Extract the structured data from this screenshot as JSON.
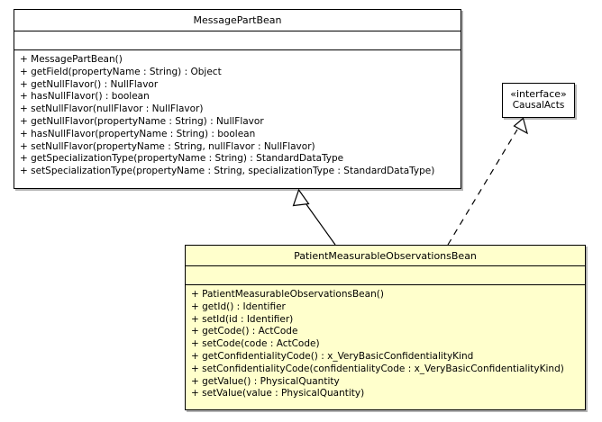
{
  "diagram": {
    "type": "uml-class-diagram",
    "background_color": "#ffffff",
    "border_color": "#000000",
    "highlight_fill": "#ffffcc",
    "plain_fill": "#ffffff"
  },
  "classes": [
    {
      "id": "message-part-bean",
      "name": "MessagePartBean",
      "stereotype": "",
      "highlighted": false,
      "attributes": [],
      "operations": [
        "+ MessagePartBean()",
        "+ getField(propertyName : String) : Object",
        "+ getNullFlavor() : NullFlavor",
        "+ hasNullFlavor() : boolean",
        "+ setNullFlavor(nullFlavor : NullFlavor)",
        "+ getNullFlavor(propertyName : String) : NullFlavor",
        "+ hasNullFlavor(propertyName : String) : boolean",
        "+ setNullFlavor(propertyName : String, nullFlavor : NullFlavor)",
        "+ getSpecializationType(propertyName : String) : StandardDataType",
        "+ setSpecializationType(propertyName : String, specializationType : StandardDataType)"
      ]
    },
    {
      "id": "patient-measurable-observations-bean",
      "name": "PatientMeasurableObservationsBean",
      "stereotype": "",
      "highlighted": true,
      "attributes": [],
      "operations": [
        "+ PatientMeasurableObservationsBean()",
        "+ getId() : Identifier",
        "+ setId(id : Identifier)",
        "+ getCode() : ActCode",
        "+ setCode(code : ActCode)",
        "+ getConfidentialityCode() : x_VeryBasicConfidentialityKind",
        "+ setConfidentialityCode(confidentialityCode : x_VeryBasicConfidentialityKind)",
        "+ getValue() : PhysicalQuantity",
        "+ setValue(value : PhysicalQuantity)"
      ]
    }
  ],
  "interfaces": [
    {
      "id": "causal-acts",
      "stereotype": "«interface»",
      "name": "CausalActs"
    }
  ],
  "relationships": [
    {
      "id": "generalization",
      "kind": "generalization",
      "line_style": "solid",
      "arrowhead": "hollow-triangle",
      "from": "PatientMeasurableObservationsBean",
      "to": "MessagePartBean"
    },
    {
      "id": "realization",
      "kind": "realization",
      "line_style": "dashed",
      "arrowhead": "hollow-triangle",
      "from": "PatientMeasurableObservationsBean",
      "to": "CausalActs"
    }
  ]
}
